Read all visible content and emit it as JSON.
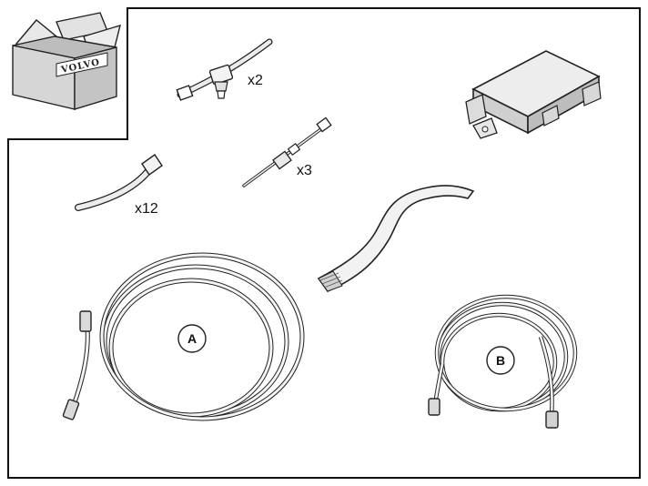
{
  "box": {
    "brand": "VOLVO"
  },
  "items": {
    "clip_quantity": "x2",
    "small_tie_quantity": "x3",
    "cable_tie_quantity": "x12"
  },
  "cables": {
    "a_label": "A",
    "b_label": "B"
  }
}
